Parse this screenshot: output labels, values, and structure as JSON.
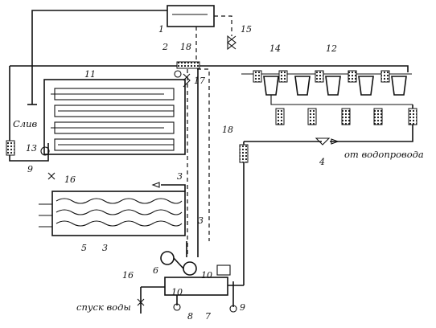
{
  "diagram": {
    "labels": {
      "n1": "1",
      "n2": "2",
      "n3a": "3",
      "n3b": "3",
      "n3c": "3",
      "n4": "4",
      "n5": "5",
      "n6": "6",
      "n7": "7",
      "n8": "8",
      "n9a": "9",
      "n9b": "9",
      "n10a": "10",
      "n10b": "10",
      "n11": "11",
      "n12": "12",
      "n13": "13",
      "n14": "14",
      "n15": "15",
      "n16a": "16",
      "n16b": "16",
      "n17": "17",
      "n18a": "18",
      "n18b": "18"
    },
    "captions": {
      "drain": "Слив",
      "from_water_supply": "от водопровода",
      "water_release": "спуск воды"
    }
  }
}
